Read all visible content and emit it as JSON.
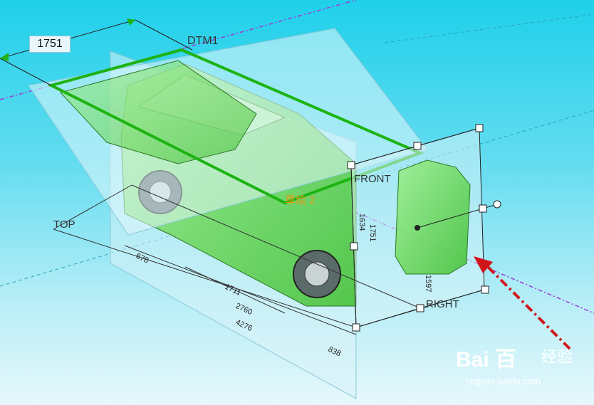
{
  "viewport": {
    "dimension_value": "1751",
    "labels": {
      "dtm1": "DTM1",
      "front": "FRONT",
      "top": "TOP",
      "right": "RIGHT",
      "sketch": "草绘 2"
    },
    "drawing_dims": [
      "678",
      "1711",
      "2760",
      "4276",
      "838",
      "1634",
      "1751",
      "1597"
    ]
  },
  "colors": {
    "background_top": "#1fd0ea",
    "selection_green": "#1db312",
    "datum_axis": "#9b3fd8",
    "arrow_red": "#d0161b"
  },
  "watermark": {
    "logo": "Bai 百",
    "sub": "经验",
    "url": "jingyan.baidu.com"
  }
}
